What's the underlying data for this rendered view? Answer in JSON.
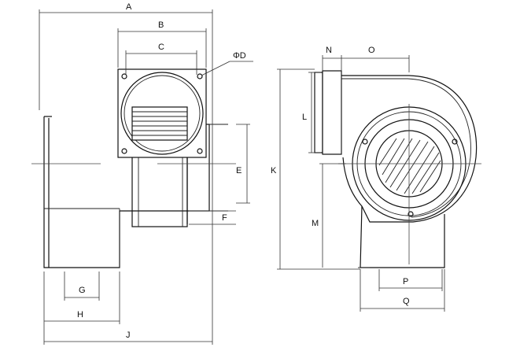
{
  "labels": {
    "A": "A",
    "B": "B",
    "C": "C",
    "D": "ΦD",
    "E": "E",
    "F": "F",
    "G": "G",
    "H": "H",
    "J": "J",
    "K": "K",
    "L": "L",
    "M": "M",
    "N": "N",
    "O": "O",
    "P": "P",
    "Q": "Q"
  }
}
